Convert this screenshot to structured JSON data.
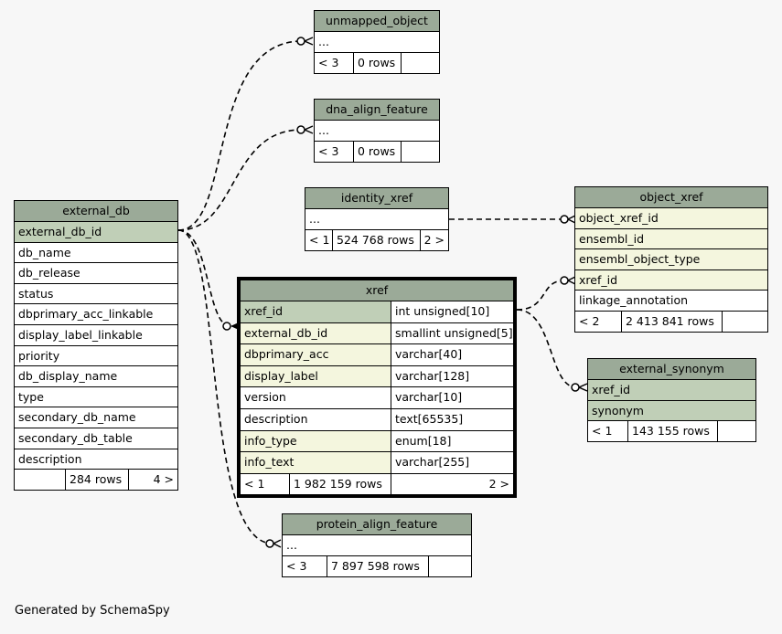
{
  "tables": {
    "unmapped_object": {
      "name": "unmapped_object",
      "row1": "...",
      "foot": [
        "< 3",
        "0 rows",
        ""
      ]
    },
    "dna_align_feature": {
      "name": "dna_align_feature",
      "row1": "...",
      "foot": [
        "< 3",
        "0 rows",
        ""
      ]
    },
    "identity_xref": {
      "name": "identity_xref",
      "row1": "...",
      "foot": [
        "< 1",
        "524 768 rows",
        "2 >"
      ]
    },
    "object_xref": {
      "name": "object_xref",
      "columns": [
        "object_xref_id",
        "ensembl_id",
        "ensembl_object_type",
        "xref_id",
        "linkage_annotation"
      ],
      "foot": [
        "< 2",
        "2 413 841 rows",
        ""
      ]
    },
    "external_db": {
      "name": "external_db",
      "columns": [
        "external_db_id",
        "db_name",
        "db_release",
        "status",
        "dbprimary_acc_linkable",
        "display_label_linkable",
        "priority",
        "db_display_name",
        "type",
        "secondary_db_name",
        "secondary_db_table",
        "description"
      ],
      "foot": [
        "",
        "284 rows",
        "4 >"
      ]
    },
    "xref": {
      "name": "xref",
      "columns": [
        {
          "name": "xref_id",
          "type": "int unsigned[10]"
        },
        {
          "name": "external_db_id",
          "type": "smallint unsigned[5]"
        },
        {
          "name": "dbprimary_acc",
          "type": "varchar[40]"
        },
        {
          "name": "display_label",
          "type": "varchar[128]"
        },
        {
          "name": "version",
          "type": "varchar[10]"
        },
        {
          "name": "description",
          "type": "text[65535]"
        },
        {
          "name": "info_type",
          "type": "enum[18]"
        },
        {
          "name": "info_text",
          "type": "varchar[255]"
        }
      ],
      "foot": [
        "< 1",
        "1 982 159 rows",
        "2 >"
      ]
    },
    "external_synonym": {
      "name": "external_synonym",
      "columns": [
        "xref_id",
        "synonym"
      ],
      "foot": [
        "< 1",
        "143 155 rows",
        ""
      ]
    },
    "protein_align_feature": {
      "name": "protein_align_feature",
      "row1": "...",
      "foot": [
        "< 3",
        "7 897 598 rows",
        ""
      ]
    }
  },
  "footer": "Generated by SchemaSpy",
  "colors": {
    "header": "#9baa98",
    "primary_key": "#c0cfb7",
    "foreign_key": "#f4f6de",
    "background": "#f7f7f7"
  }
}
